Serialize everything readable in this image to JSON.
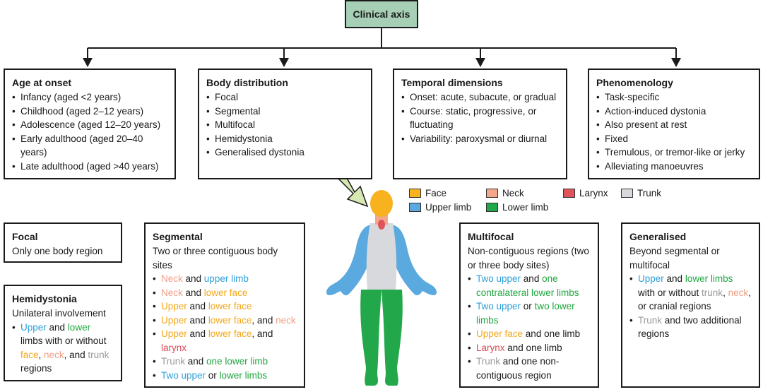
{
  "root": {
    "label": "Clinical axis"
  },
  "colors": {
    "face": "#f7b21e",
    "neck": "#f2a889",
    "larynx": "#e0535b",
    "trunk": "#d7d9dc",
    "upper_limb": "#5aa9df",
    "lower_limb": "#22a84a",
    "root_fill": "#a6cfb5",
    "arrow": "#d7e9b3"
  },
  "age": {
    "title": "Age at onset",
    "items": [
      "Infancy (aged <2 years)",
      "Childhood (aged 2–12 years)",
      "Adolescence (aged 12–20 years)",
      "Early adulthood (aged 20–40 years)",
      "Late adulthood (aged >40 years)"
    ]
  },
  "body": {
    "title": "Body distribution",
    "items": [
      "Focal",
      "Segmental",
      "Multifocal",
      "Hemidystonia",
      "Generalised dystonia"
    ]
  },
  "temporal": {
    "title": "Temporal dimensions",
    "items": [
      "Onset: acute, subacute, or gradual",
      "Course: static, progressive, or fluctuating",
      "Variability: paroxysmal or diurnal"
    ]
  },
  "phen": {
    "title": "Phenomenology",
    "items": [
      "Task-specific",
      "Action-induced dystonia",
      "Also present at rest",
      "Fixed",
      "Tremulous, or tremor-like or jerky",
      "Alleviating manoeuvres"
    ]
  },
  "legend": {
    "face": "Face",
    "neck": "Neck",
    "larynx": "Larynx",
    "trunk": "Trunk",
    "upper_limb": "Upper limb",
    "lower_limb": "Lower limb"
  },
  "focal": {
    "title": "Focal",
    "desc": "Only one body region"
  },
  "hemi": {
    "title": "Hemidystonia",
    "desc": "Unilateral involvement",
    "item": {
      "upper": "Upper",
      "and1": " and ",
      "lower": "lower",
      "mid": " limbs with or without ",
      "face": "face",
      "comma": ", ",
      "neck": "neck",
      "and2": ", and ",
      "trunk": "trunk",
      "end": " regions"
    }
  },
  "seg": {
    "title": "Segmental",
    "desc": "Two or three contiguous body sites",
    "i1": {
      "a": "Neck",
      "b": " and ",
      "c": "upper limb"
    },
    "i2": {
      "a": "Neck",
      "b": " and ",
      "c": "lower face"
    },
    "i3": {
      "a": "Upper",
      "b": " and ",
      "c": "lower face"
    },
    "i4": {
      "a": "Upper",
      "b": " and ",
      "c": "lower face",
      "d": ", and ",
      "e": "neck"
    },
    "i5": {
      "a": "Upper",
      "b": " and ",
      "c": "lower face",
      "d": ", and ",
      "e": "larynx"
    },
    "i6": {
      "a": "Trunk",
      "b": " and ",
      "c": "one lower limb"
    },
    "i7": {
      "a": "Two upper",
      "b": " or ",
      "c": "lower limbs"
    }
  },
  "multi": {
    "title": "Multifocal",
    "desc": "Non-contiguous regions (two or three body sites)",
    "i1": {
      "a": "Two upper",
      "b": " and ",
      "c": "one contralateral lower limbs"
    },
    "i2": {
      "a": "Two upper",
      "b": " or ",
      "c": "two lower limbs"
    },
    "i3": {
      "a": "Upper face",
      "b": " and one limb"
    },
    "i4": {
      "a": "Larynx",
      "b": " and one limb"
    },
    "i5": {
      "a": "Trunk",
      "b": " and one non-contiguous region"
    }
  },
  "gen": {
    "title": "Generalised",
    "desc": "Beyond segmental or multifocal",
    "i1": {
      "a": "Upper",
      "b": " and ",
      "c": "lower limbs",
      "d": " with or without ",
      "e": "trunk",
      "f": ", ",
      "g": "neck",
      "h": ", or cranial regions"
    },
    "i2": {
      "a": "Trunk",
      "b": " and two additional regions"
    }
  }
}
